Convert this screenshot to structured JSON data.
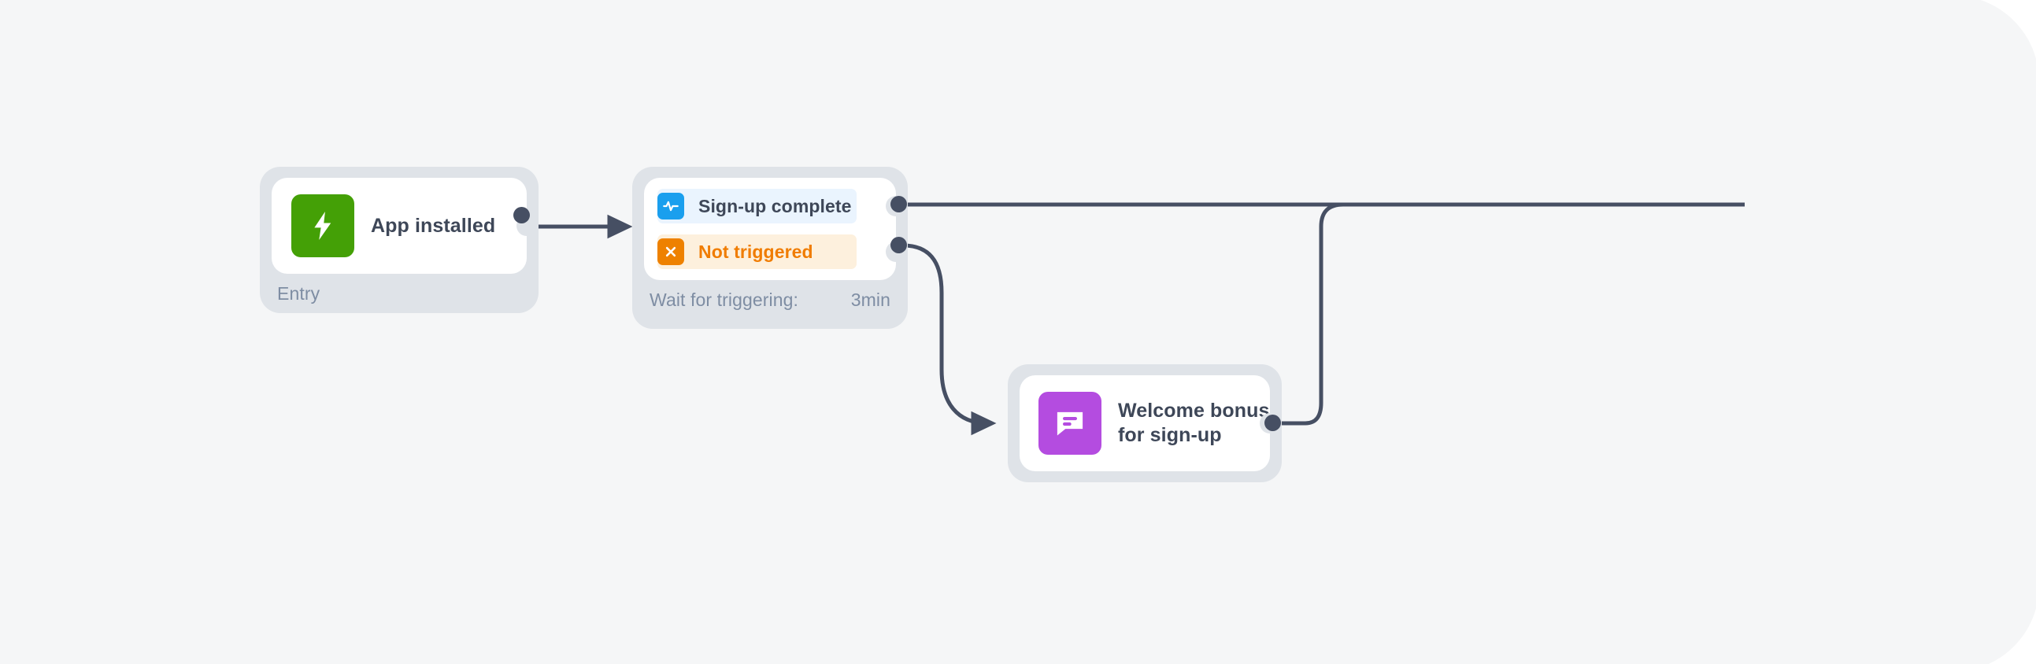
{
  "canvas": {
    "background": "#f5f6f7",
    "page_background": "#ffffff"
  },
  "theme": {
    "shell": "#dfe3e8",
    "card": "#ffffff",
    "title_text": "#3e4758",
    "muted_text": "#7e8da3",
    "wire": "#464f63",
    "green": "#44a006",
    "blue": "#1a9fee",
    "orange": "#ee8100",
    "orange_text": "#f07c00",
    "purple": "#b44ce0",
    "row_blue_bg": "#eaf4fe",
    "row_orange_bg": "#fdf0dd"
  },
  "nodes": [
    {
      "id": "entry",
      "title": "App installed",
      "icon": "lightning-bolt-icon",
      "icon_color": "#44a006",
      "footer_label": "Entry",
      "footer_value": ""
    },
    {
      "id": "wait-trigger",
      "title": "",
      "footer_label": "Wait for triggering:",
      "footer_value": "3min",
      "rows": [
        {
          "id": "sign-up-complete",
          "label": "Sign-up complete",
          "icon": "activity-pulse-icon",
          "icon_color": "#1a9fee",
          "row_background": "#eaf4fe",
          "text_color": "#3e4758"
        },
        {
          "id": "not-triggered",
          "label": "Not triggered",
          "icon": "x-close-icon",
          "icon_color": "#ee8100",
          "row_background": "#fdf0dd",
          "text_color": "#f07c00"
        }
      ]
    },
    {
      "id": "welcome-bonus",
      "title": "Welcome bonus\nfor sign-up",
      "icon": "message-bubble-icon",
      "icon_color": "#b44ce0",
      "footer_label": "",
      "footer_value": ""
    }
  ],
  "connectors": [
    {
      "id": "entry-to-wait",
      "from": "entry",
      "to": "wait-trigger",
      "style": "straight-arrow"
    },
    {
      "id": "not-triggered-to-welcome",
      "from": "not-triggered",
      "to": "welcome-bonus",
      "style": "s-curve-arrow"
    },
    {
      "id": "sign-up-complete-out",
      "from": "sign-up-complete",
      "to": "",
      "style": "horizontal-open"
    },
    {
      "id": "welcome-bonus-out",
      "from": "welcome-bonus",
      "to": "",
      "style": "elbow-up-merge"
    }
  ]
}
